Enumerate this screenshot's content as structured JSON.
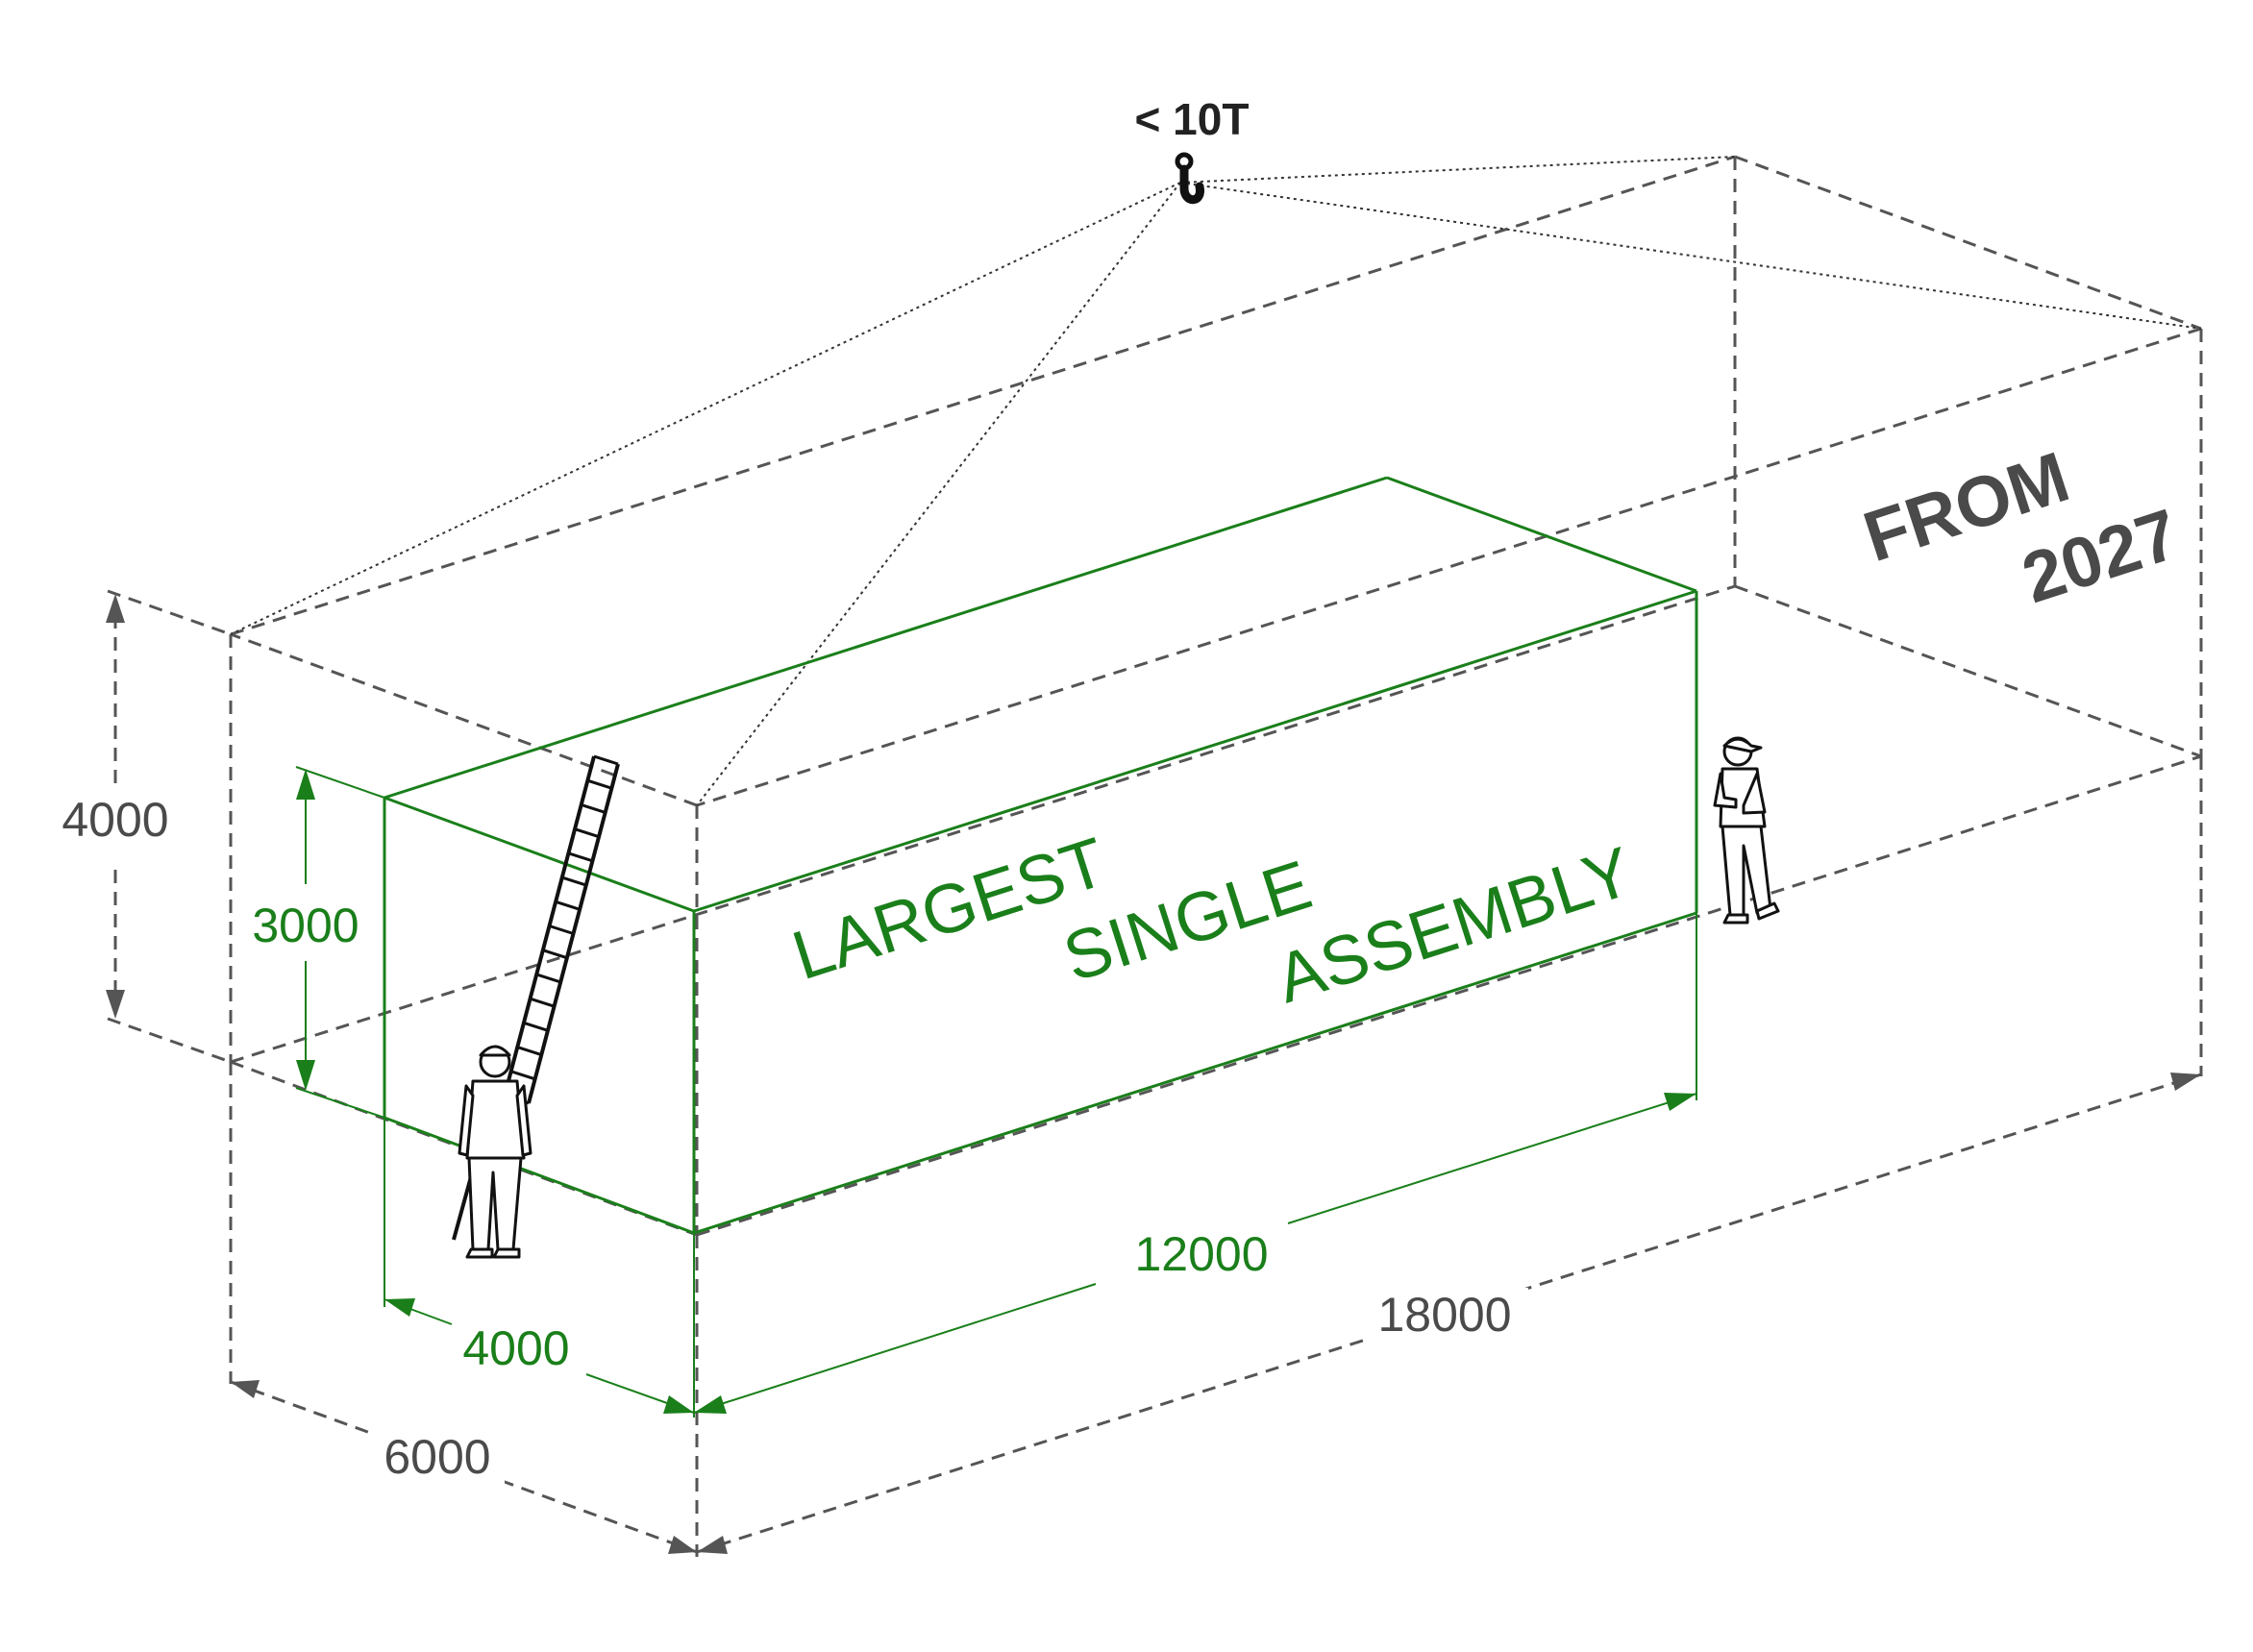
{
  "load_label": "< 10T",
  "outer_envelope": {
    "height": "4000",
    "width": "6000",
    "length": "18000",
    "availability_line1": "FROM",
    "availability_line2": "2027"
  },
  "assembly": {
    "height": "3000",
    "width": "4000",
    "length": "12000",
    "label_words": [
      "LARGEST",
      "SINGLE",
      "ASSEMBLY"
    ]
  },
  "icons": [
    "crane-hook-icon",
    "ladder-icon",
    "worker-figure-icon",
    "standing-person-icon"
  ],
  "colors": {
    "assembly": "#1a7f1a",
    "envelope": "#555555",
    "text": "#4a4a4a"
  }
}
